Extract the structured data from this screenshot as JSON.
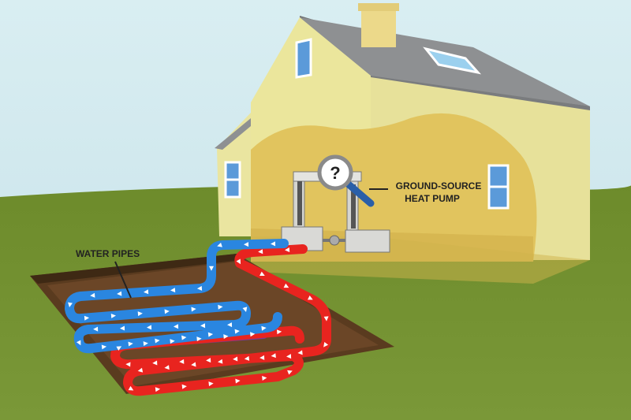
{
  "labels": {
    "heat_pump_line1": "GROUND-SOURCE",
    "heat_pump_line2": "HEAT PUMP",
    "water_pipes": "WATER PIPES",
    "magnifier_symbol": "?"
  },
  "colors": {
    "sky": "#cfe6ec",
    "grass": "#6f8f2c",
    "house_wall": "#ece9a0",
    "house_interior": "#e3c65d",
    "roof": "#8d8f91",
    "cold_pipe": "#2a86e0",
    "hot_pipe": "#e8241f",
    "trench": "#5a3b1f"
  },
  "icons": {
    "magnifier": "magnifier-question-icon",
    "flow_arrow": "arrow-icon"
  }
}
